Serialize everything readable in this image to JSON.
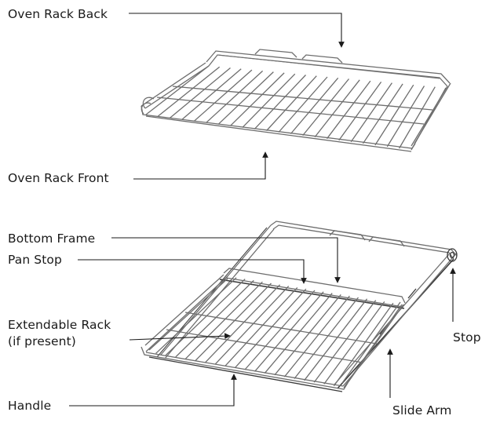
{
  "labels": {
    "oven_rack_back": "Oven Rack Back",
    "oven_rack_front": "Oven Rack Front",
    "bottom_frame": "Bottom Frame",
    "pan_stop": "Pan Stop",
    "extendable_rack_line1": "Extendable Rack",
    "extendable_rack_line2": "(if present)",
    "handle": "Handle",
    "stop": "Stop",
    "slide_arm": "Slide Arm"
  },
  "colors": {
    "text": "#1a1a1a",
    "leader": "#1a1a1a",
    "wire": "#6e6e6e",
    "wire_dark": "#3a3a3a"
  }
}
